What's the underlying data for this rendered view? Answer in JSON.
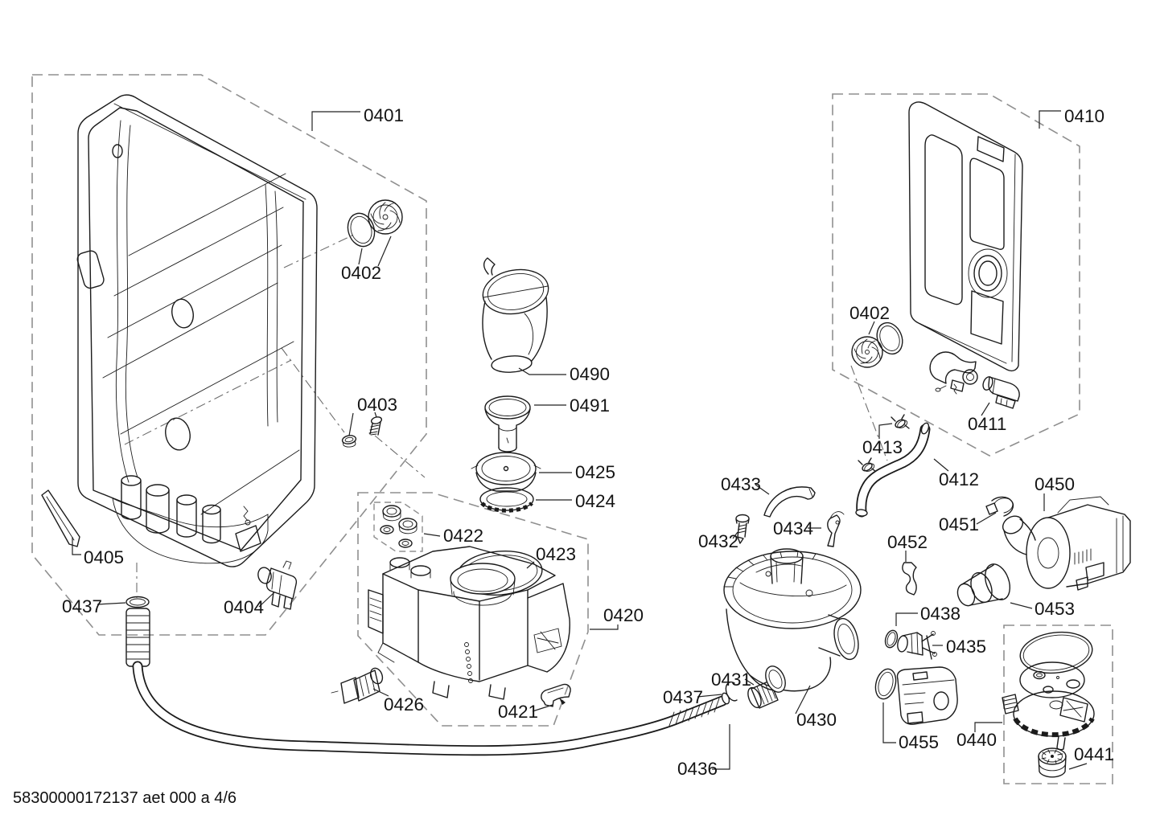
{
  "doc": {
    "footer": "58300000172137 aet 000 a 4/6"
  },
  "colors": {
    "line": "#1b1b1b",
    "box_dash": "#8f8f8f",
    "leader": "#222222",
    "background": "#ffffff",
    "label_text": "#141414"
  },
  "labels": [
    {
      "part": "0401"
    },
    {
      "part": "0402"
    },
    {
      "part": "0403"
    },
    {
      "part": "0404"
    },
    {
      "part": "0405"
    },
    {
      "part": "0437"
    },
    {
      "part": "0490"
    },
    {
      "part": "0491"
    },
    {
      "part": "0425"
    },
    {
      "part": "0424"
    },
    {
      "part": "0422"
    },
    {
      "part": "0423"
    },
    {
      "part": "0420"
    },
    {
      "part": "0426"
    },
    {
      "part": "0421"
    },
    {
      "part": "0410"
    },
    {
      "part": "0402"
    },
    {
      "part": "0411"
    },
    {
      "part": "0413"
    },
    {
      "part": "0412"
    },
    {
      "part": "0433"
    },
    {
      "part": "0432"
    },
    {
      "part": "0434"
    },
    {
      "part": "0452"
    },
    {
      "part": "0450"
    },
    {
      "part": "0451"
    },
    {
      "part": "0453"
    },
    {
      "part": "0438"
    },
    {
      "part": "0435"
    },
    {
      "part": "0431"
    },
    {
      "part": "0430"
    },
    {
      "part": "0455"
    },
    {
      "part": "0440"
    },
    {
      "part": "0441"
    },
    {
      "part": "0437"
    },
    {
      "part": "0436"
    }
  ]
}
